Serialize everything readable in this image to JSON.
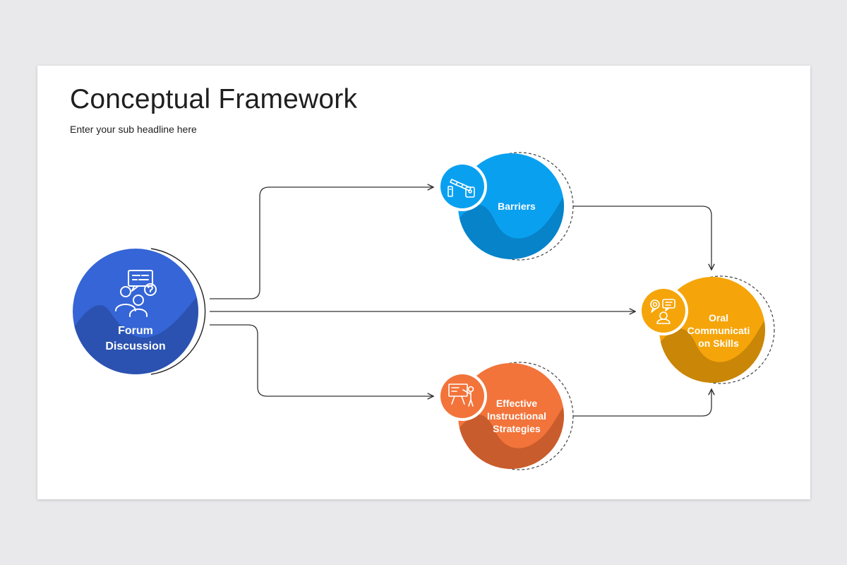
{
  "slide": {
    "title": "Conceptual Framework",
    "subtitle": "Enter your sub headline here"
  },
  "nodes": {
    "forum": {
      "lines": [
        "Forum",
        "Discussion"
      ],
      "color": "#3565d6",
      "shade": "#2b52b0",
      "icon": "discussion-icon"
    },
    "barriers": {
      "lines": [
        "Barriers"
      ],
      "color": "#0aa0f0",
      "shade": "#0783c9",
      "icon": "barrier-gate-icon"
    },
    "oral": {
      "lines": [
        "Oral",
        "Communicati",
        "on Skills"
      ],
      "color": "#f5a50a",
      "shade": "#c98607",
      "icon": "speaking-person-icon"
    },
    "effective": {
      "lines": [
        "Effective",
        "Instructional",
        "Strategies"
      ],
      "color": "#f2743a",
      "shade": "#c95c2c",
      "icon": "teacher-board-icon"
    }
  },
  "colors": {
    "line": "#333333",
    "dashed": "#444444"
  }
}
